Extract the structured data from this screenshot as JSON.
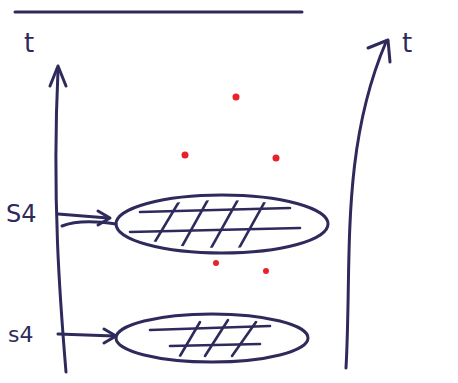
{
  "diagram": {
    "labels": [
      "t",
      "t",
      "S4",
      "s4"
    ]
  }
}
